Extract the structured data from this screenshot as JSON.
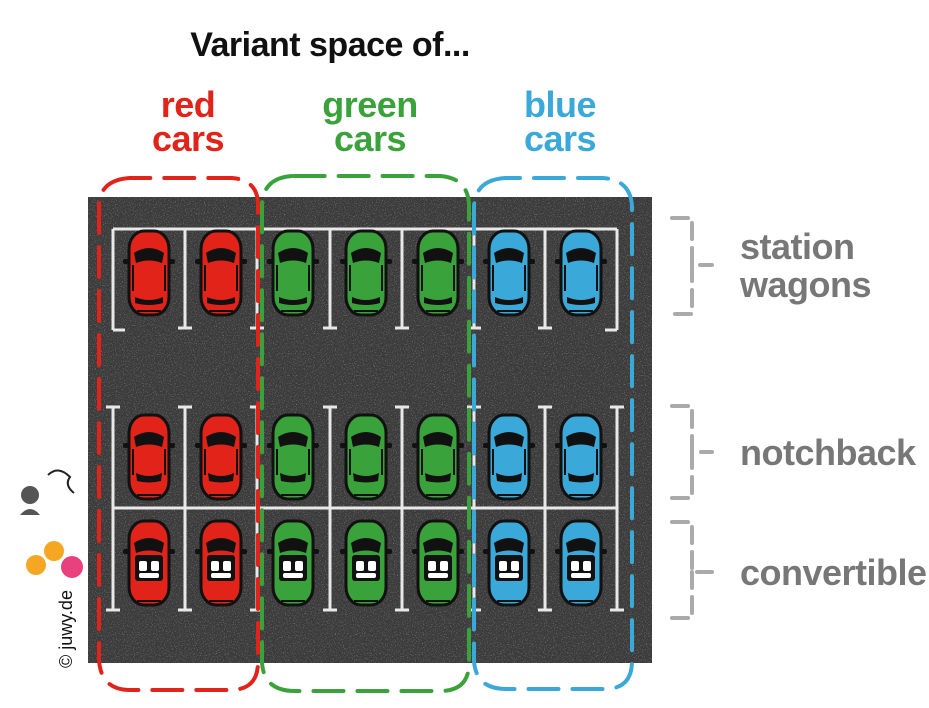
{
  "title": "Variant space of...",
  "columns": [
    {
      "line1": "red",
      "line2": "cars",
      "color": "#e2231a"
    },
    {
      "line1": "green",
      "line2": "cars",
      "color": "#3aa23a"
    },
    {
      "line1": "blue",
      "line2": "cars",
      "color": "#3aa8d8"
    }
  ],
  "rows": [
    {
      "line1": "station",
      "line2": "wagons"
    },
    {
      "line1": "notchback",
      "line2": ""
    },
    {
      "line1": "convertible",
      "line2": ""
    }
  ],
  "credit": "© juwy.de",
  "colors": {
    "asphalt": "#3b3b3b",
    "bracket": "#aaaaaa",
    "row_label": "#777777"
  },
  "car_grid": {
    "rows": [
      {
        "type": "station-wagon",
        "cars": [
          "red",
          "red",
          "green",
          "green",
          "green",
          "blue",
          "blue"
        ]
      },
      {
        "type": "notchback",
        "cars": [
          "red",
          "red",
          "green",
          "green",
          "green",
          "blue",
          "blue"
        ]
      },
      {
        "type": "convertible",
        "cars": [
          "red",
          "red",
          "green",
          "green",
          "green",
          "blue",
          "blue"
        ]
      }
    ]
  }
}
